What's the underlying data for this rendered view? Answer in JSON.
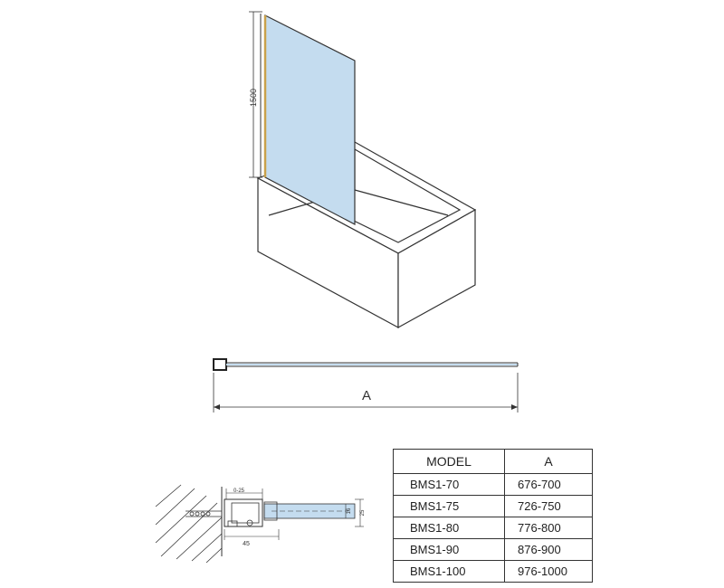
{
  "drawing": {
    "height_label": "1500",
    "width_label": "A",
    "detail": {
      "gap_label": "0-25",
      "depth_label": "45",
      "glass_thickness_label": "16",
      "profile_height_label": "25"
    }
  },
  "table": {
    "headers": [
      "MODEL",
      "A"
    ],
    "rows": [
      {
        "model": "BMS1-70",
        "a": "676-700"
      },
      {
        "model": "BMS1-75",
        "a": "726-750"
      },
      {
        "model": "BMS1-80",
        "a": "776-800"
      },
      {
        "model": "BMS1-90",
        "a": "876-900"
      },
      {
        "model": "BMS1-100",
        "a": "976-1000"
      }
    ]
  },
  "colors": {
    "glass": "#c4dcef",
    "line": "#333333"
  }
}
